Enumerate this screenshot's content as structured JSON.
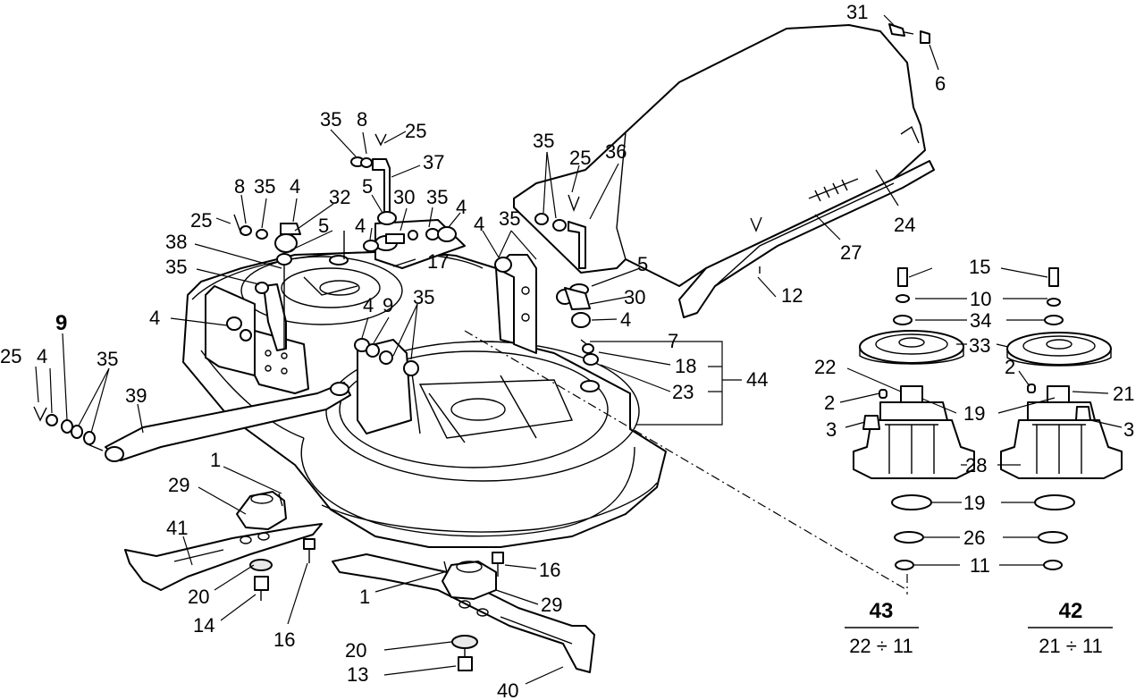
{
  "part_labels": {
    "p31": "31",
    "p6": "6",
    "p35a": "35",
    "p8a": "8",
    "p25a": "25",
    "p37": "37",
    "p25b": "25",
    "p8b": "8",
    "p35b": "35",
    "p4a": "4",
    "p32": "32",
    "p5a": "5",
    "p30a": "30",
    "p35c": "35",
    "p4b": "4",
    "p5b": "5",
    "p4c": "4",
    "p38": "38",
    "p35d": "35",
    "p17": "17",
    "p35e": "35",
    "p4d": "4",
    "p4e": "4",
    "p9a": "9",
    "p35f": "35",
    "p25c": "25",
    "p36": "36",
    "p4f": "4",
    "p35g": "35",
    "p5c": "5",
    "p30b": "30",
    "p4g": "4",
    "p24": "24",
    "p27": "27",
    "p12": "12",
    "p7": "7",
    "p18": "18",
    "p23": "23",
    "p44": "44",
    "p25d": "25",
    "p4h": "4",
    "p9b": "9",
    "p35h": "35",
    "p39": "39",
    "p1a": "1",
    "p29a": "29",
    "p41": "41",
    "p20a": "20",
    "p14": "14",
    "p16a": "16",
    "p16b": "16",
    "p1b": "1",
    "p29b": "29",
    "p20b": "20",
    "p13": "13",
    "p40": "40",
    "p15": "15",
    "p10": "10",
    "p34": "34",
    "p33": "33",
    "p22": "22",
    "p2a": "2",
    "p2b": "2",
    "p21": "21",
    "p3a": "3",
    "p3b": "3",
    "p19a": "19",
    "p28": "28",
    "p19b": "19",
    "p26": "26",
    "p11": "11"
  },
  "kits": {
    "kit43": {
      "number": "43",
      "range": "22 ÷ 11"
    },
    "kit42": {
      "number": "42",
      "range": "21 ÷ 11"
    }
  }
}
